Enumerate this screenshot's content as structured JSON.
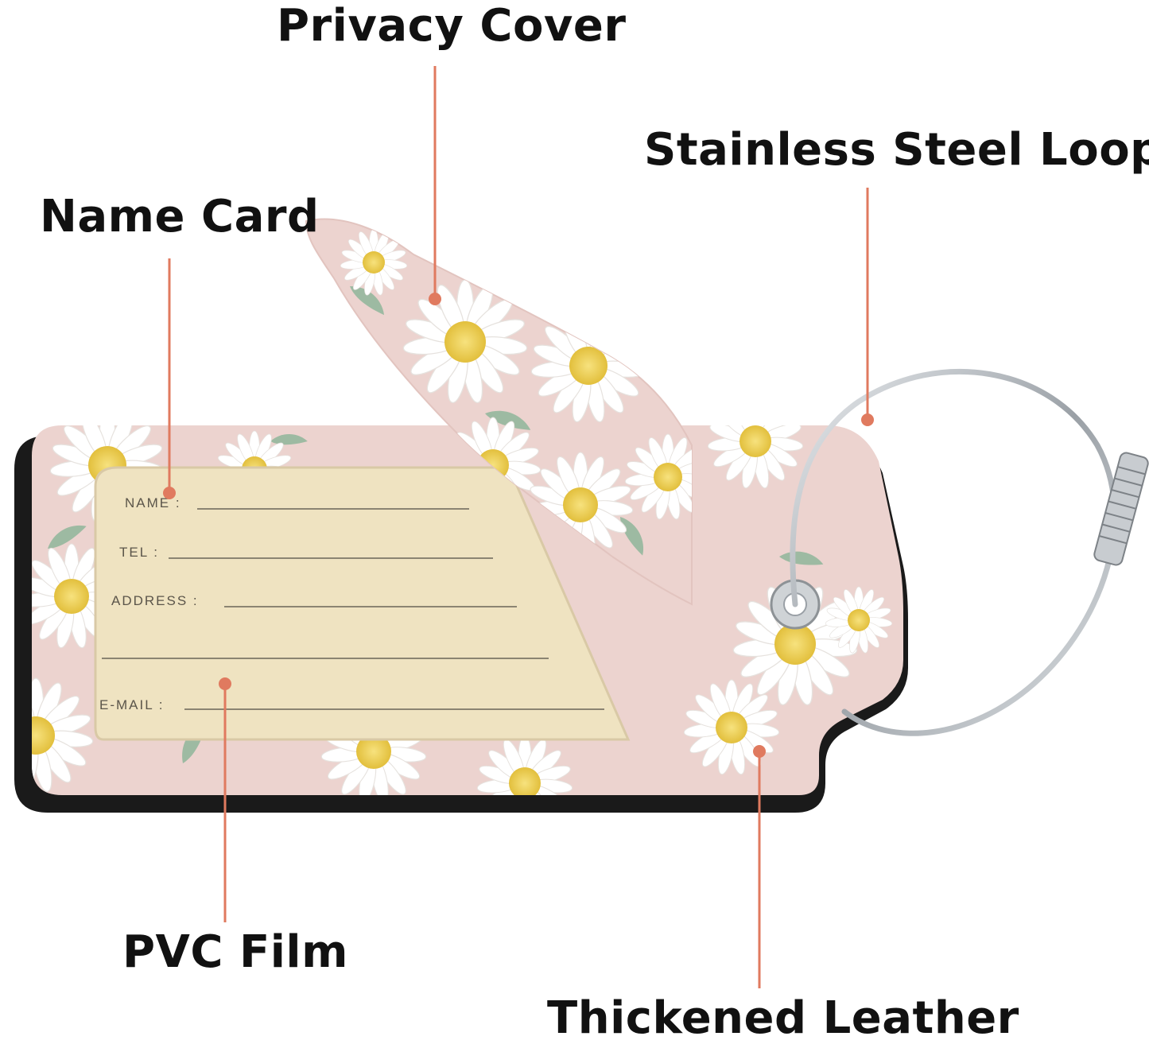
{
  "callouts": {
    "privacy_cover": "Privacy Cover",
    "stainless_steel_loop": "Stainless Steel Loop",
    "name_card": "Name Card",
    "pvc_film": "PVC Film",
    "thickened_leather": "Thickened Leather"
  },
  "name_card_fields": {
    "name": "NAME :",
    "tel": "TEL :",
    "address": "ADDRESS :",
    "email": "E-MAIL :"
  },
  "colors": {
    "leather_pink": "#ecd3cf",
    "card_cream": "#efe3c1",
    "callout_line": "#e07a5f",
    "backing_black": "#1a1a1a",
    "daisy_center": "#f0d260",
    "steel": "#b7bcc2"
  }
}
